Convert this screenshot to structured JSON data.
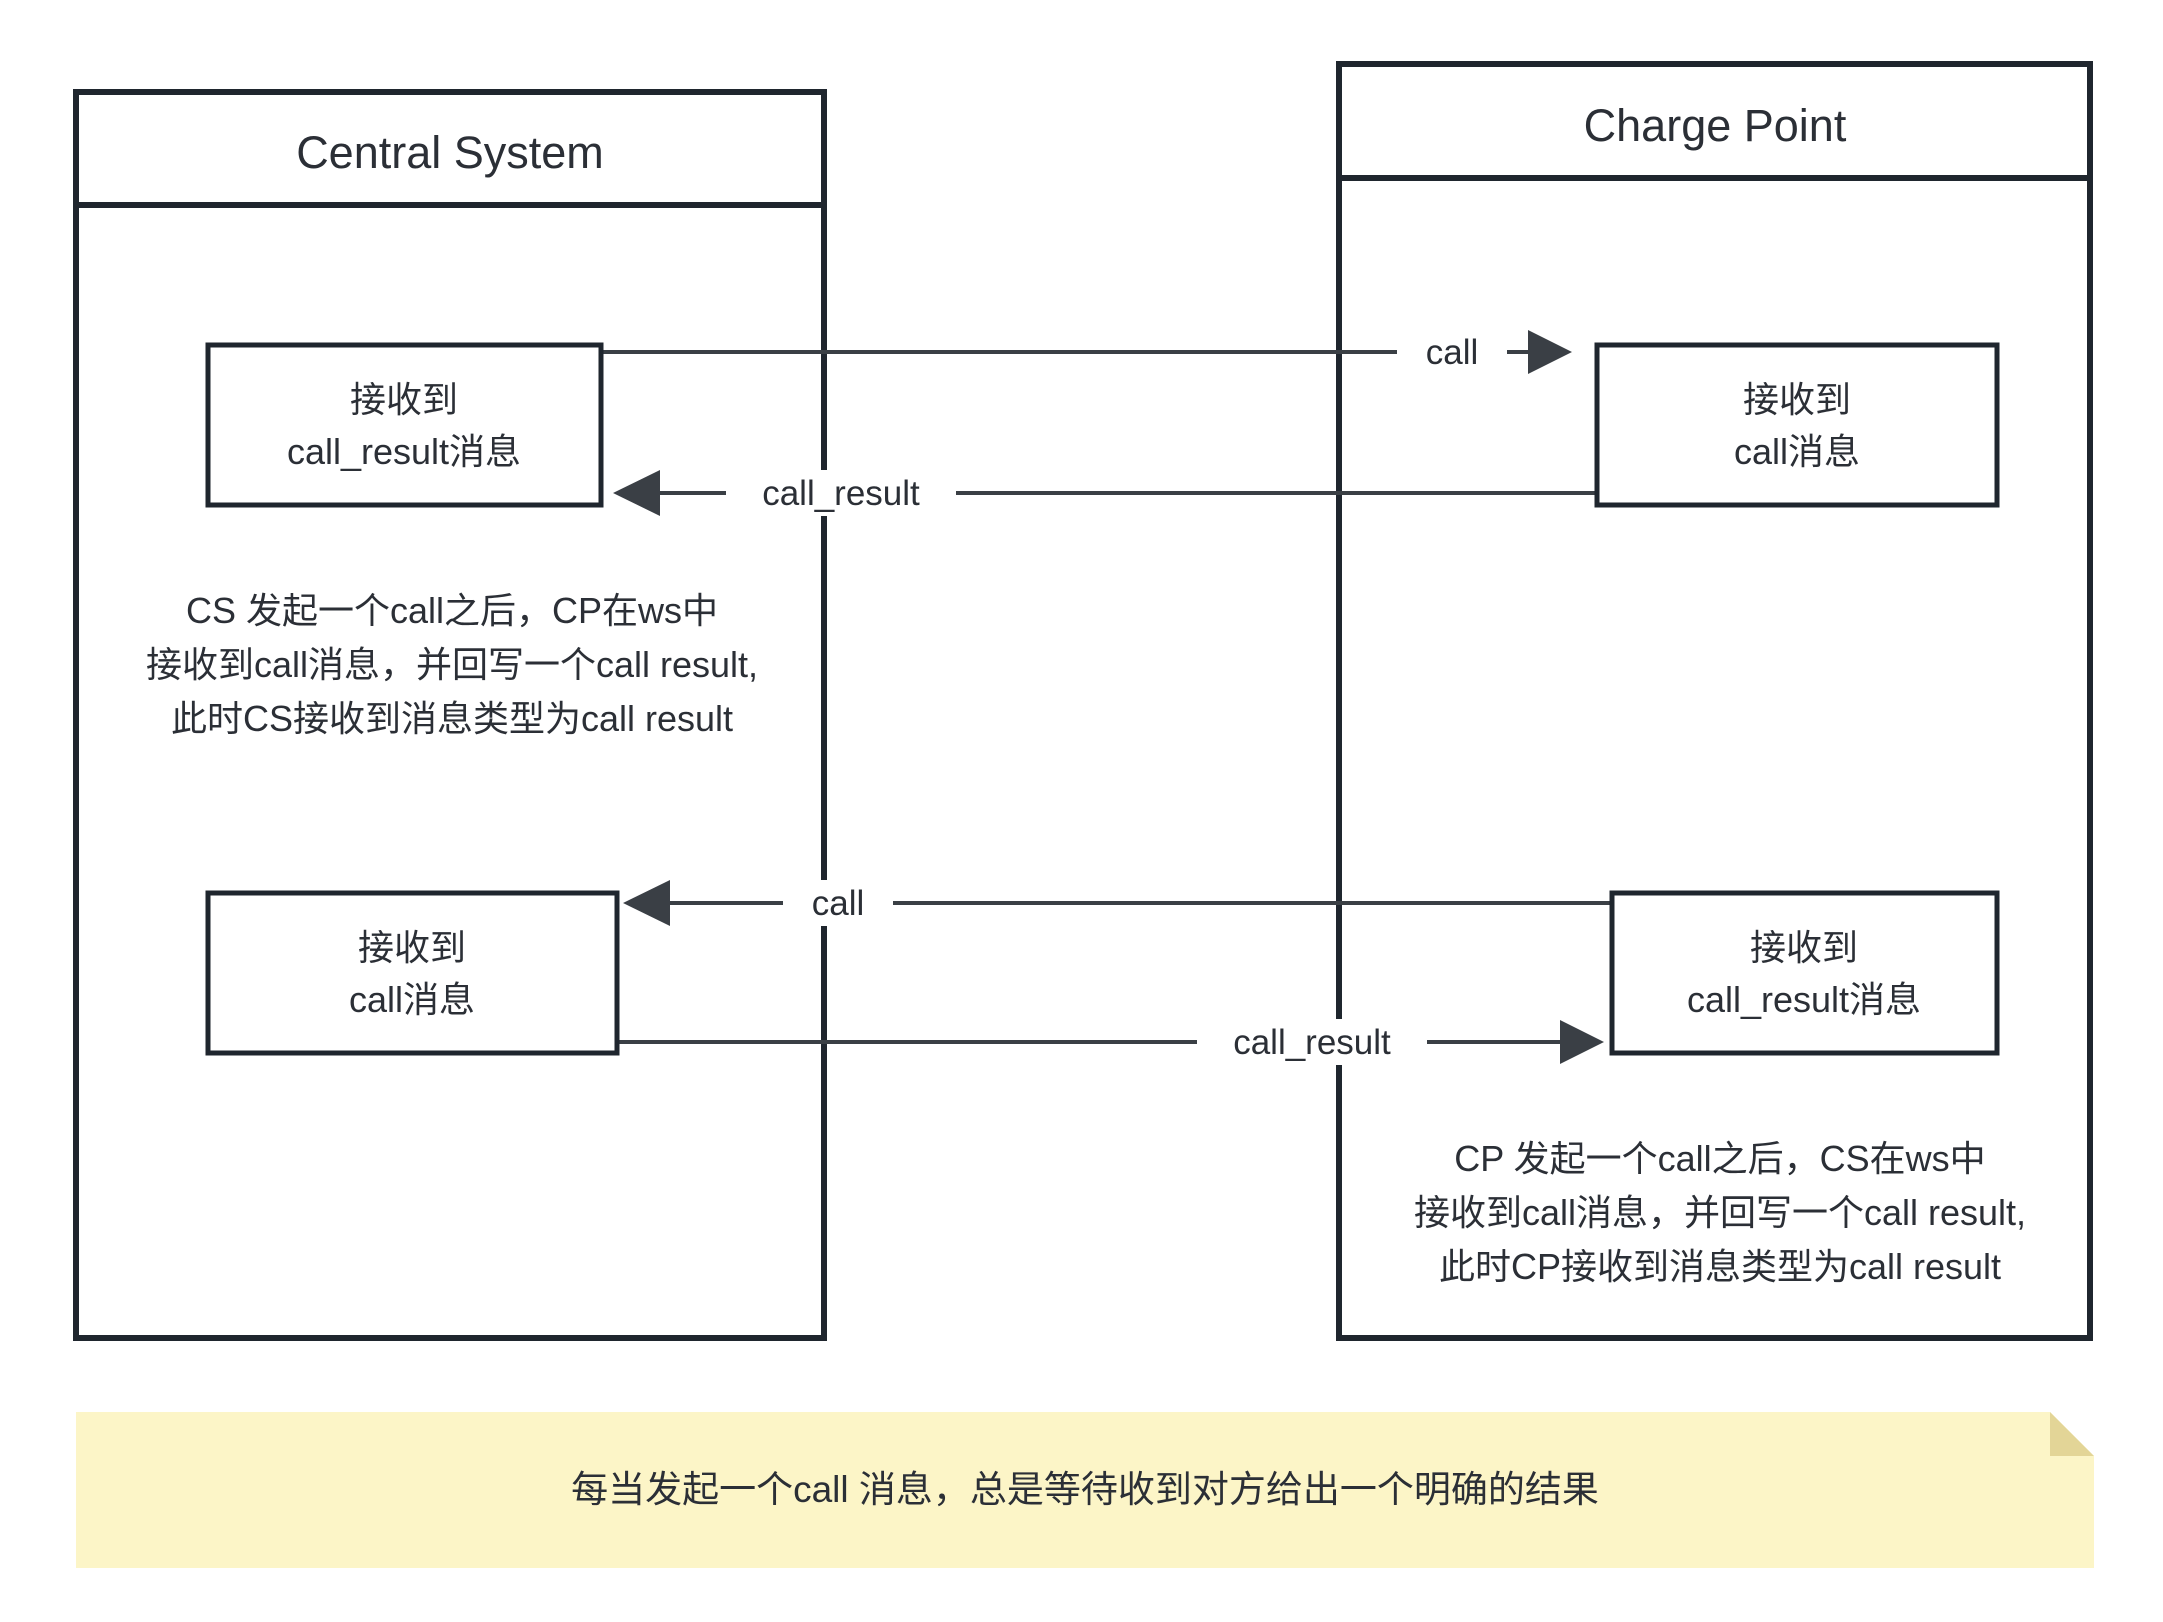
{
  "diagram": {
    "type": "sequence-diagram",
    "title": "",
    "lifelines": [
      {
        "id": "central-system",
        "label": "Central System"
      },
      {
        "id": "charge-point",
        "label": "Charge Point"
      }
    ],
    "boxes": [
      {
        "id": "cs-recv-call-result",
        "lifeline": "central-system",
        "line1": "接收到",
        "line2": "call_result消息"
      },
      {
        "id": "cp-recv-call",
        "lifeline": "charge-point",
        "line1": "接收到",
        "line2": "call消息"
      },
      {
        "id": "cs-recv-call",
        "lifeline": "central-system",
        "line1": "接收到",
        "line2": "call消息"
      },
      {
        "id": "cp-recv-call-result",
        "lifeline": "charge-point",
        "line1": "接收到",
        "line2": "call_result消息"
      }
    ],
    "messages": [
      {
        "id": "msg-1",
        "label": "call",
        "direction": "cs-to-cp"
      },
      {
        "id": "msg-2",
        "label": "call_result",
        "direction": "cp-to-cs"
      },
      {
        "id": "msg-3",
        "label": "call",
        "direction": "cp-to-cs"
      },
      {
        "id": "msg-4",
        "label": "call_result",
        "direction": "cs-to-cp"
      }
    ],
    "annotations": [
      {
        "id": "annotation-cs",
        "side": "left",
        "line1": "CS 发起一个call之后，CP在ws中",
        "line2": "接收到call消息，并回写一个call result,",
        "line3": "此时CS接收到消息类型为call result"
      },
      {
        "id": "annotation-cp",
        "side": "right",
        "line1": "CP 发起一个call之后，CS在ws中",
        "line2": "接收到call消息，并回写一个call result,",
        "line3": "此时CP接收到消息类型为call result"
      }
    ],
    "note": {
      "id": "bottom-note",
      "text": "每当发起一个call 消息，总是等待收到对方给出一个明确的结果"
    },
    "colors": {
      "stroke": "#1f262e",
      "line": "#3a3f45",
      "text": "#2b2f36",
      "note_fill": "#fcf5c7",
      "note_fold": "#e3d597",
      "background": "#ffffff"
    }
  }
}
